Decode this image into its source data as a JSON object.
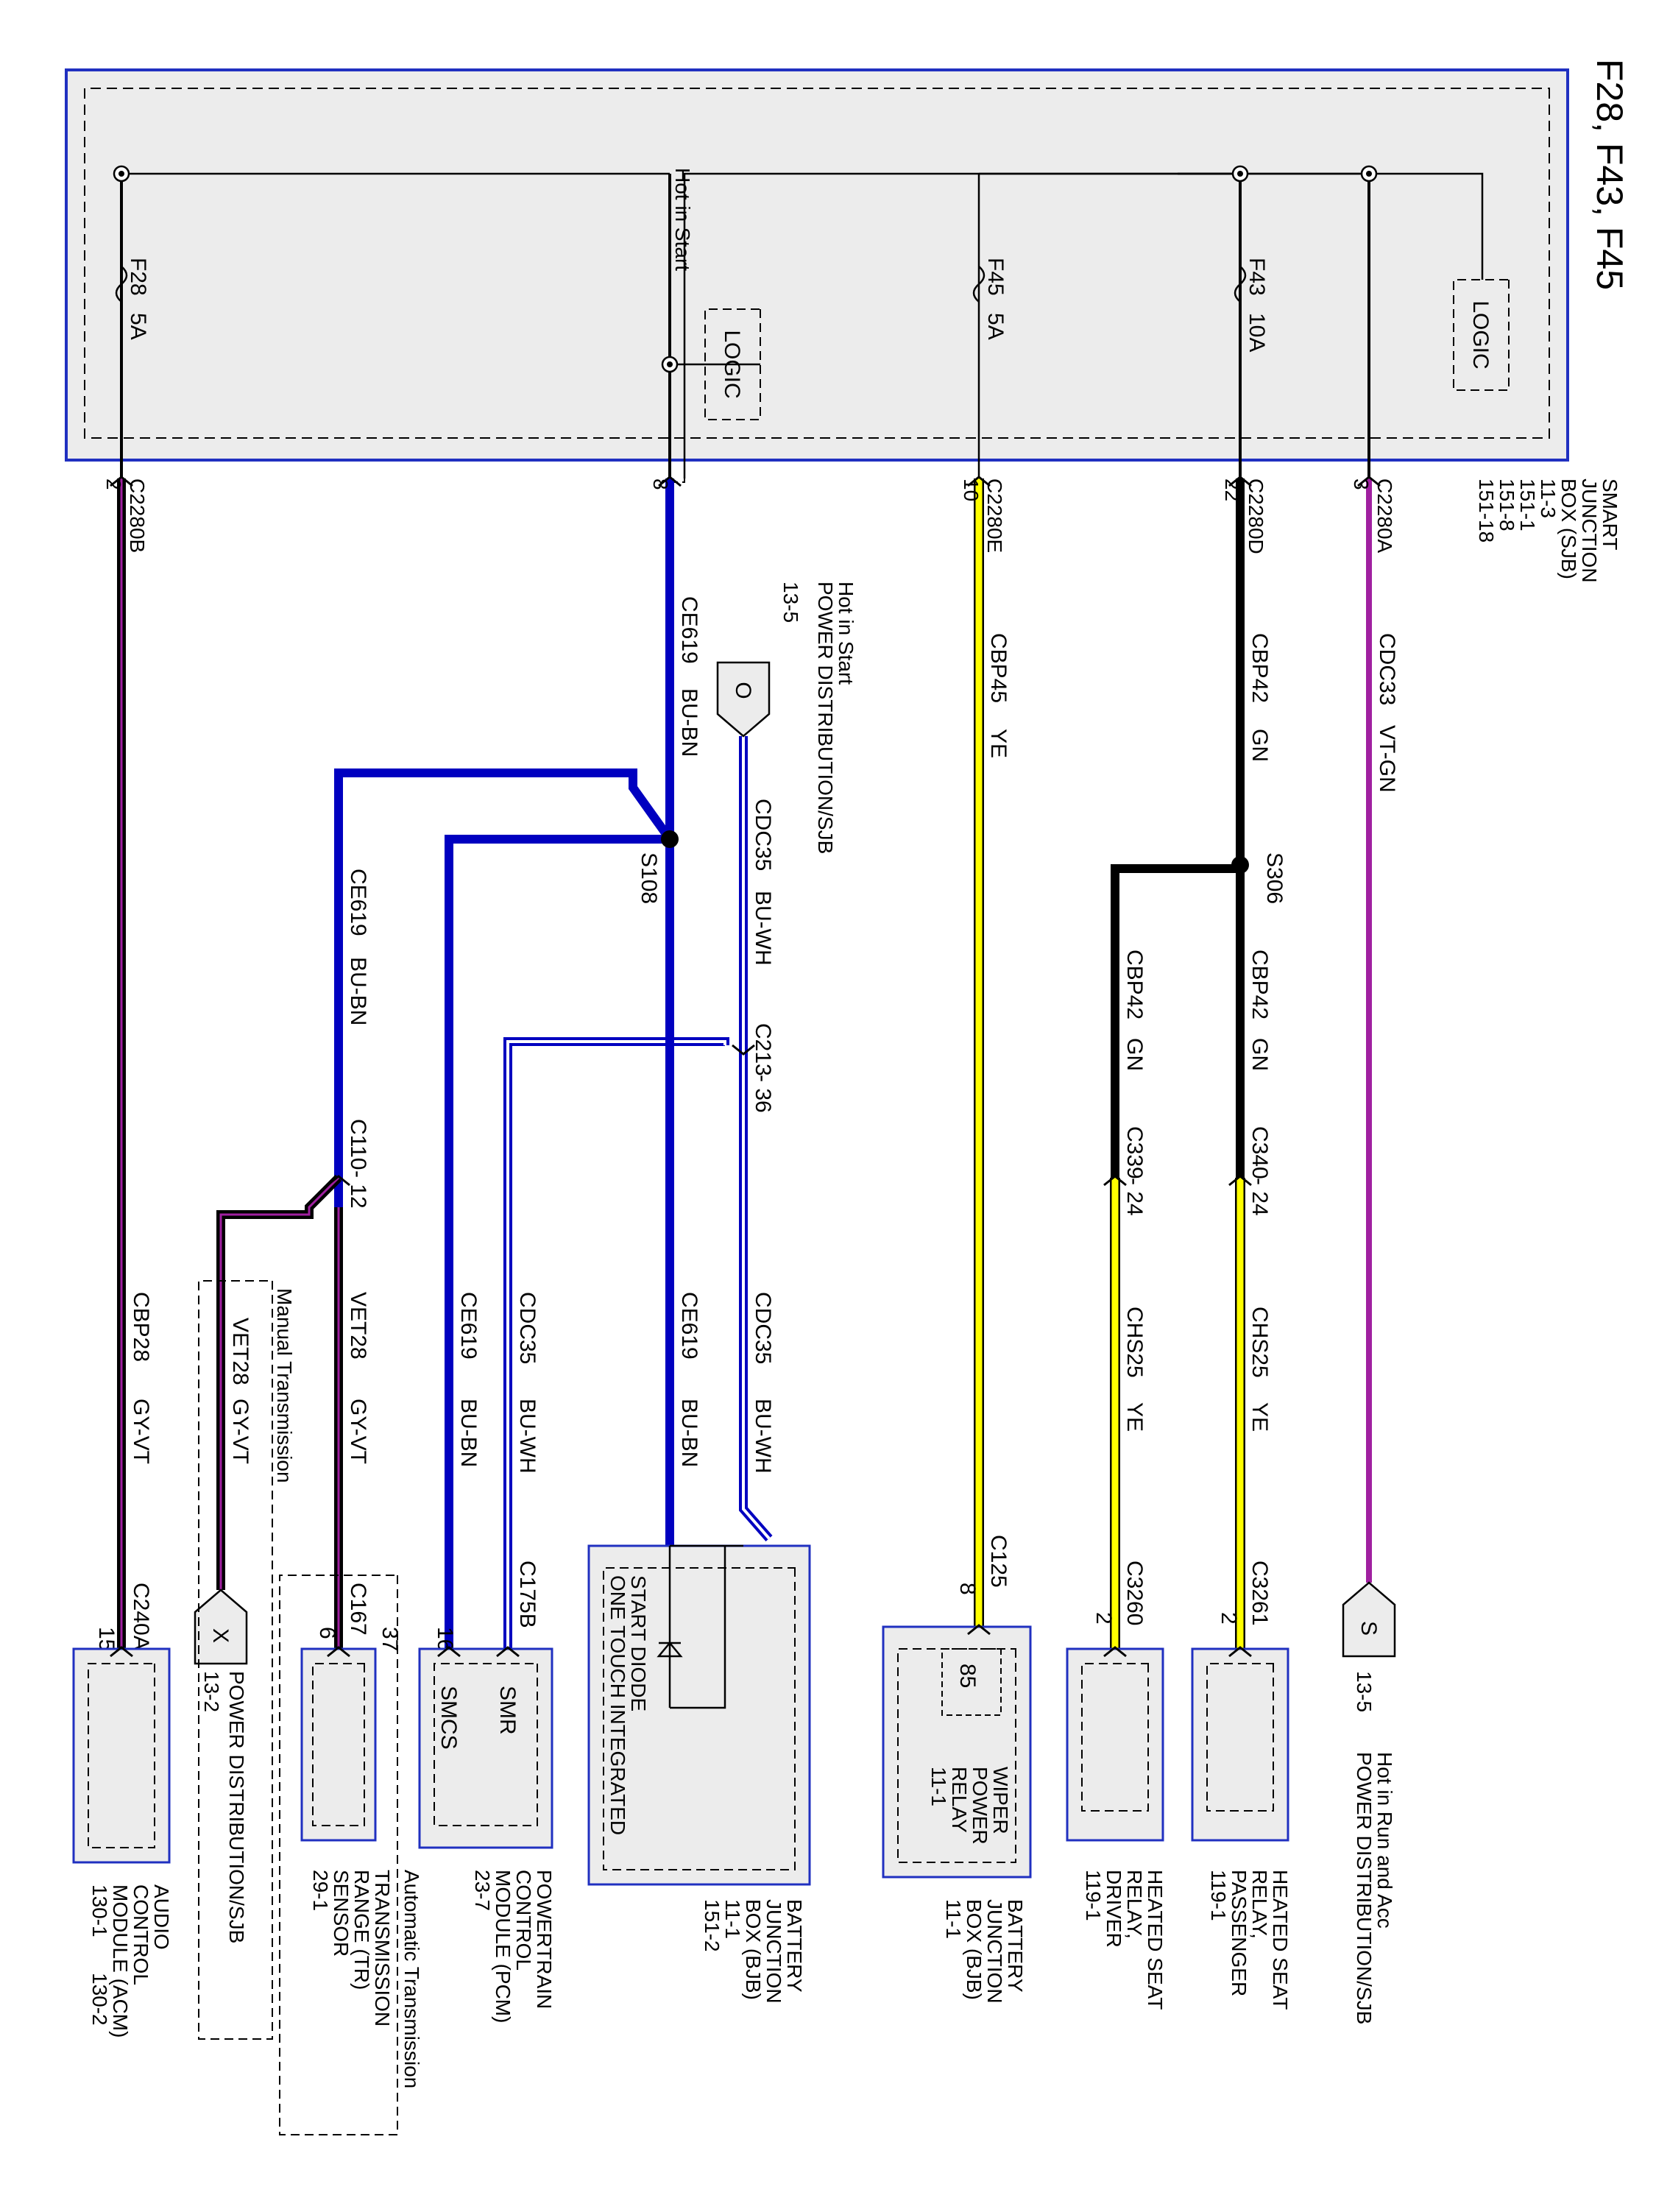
{
  "title": "F28, F43, F45",
  "sjb": {
    "label": [
      "SMART",
      "JUNCTION",
      "BOX (SJB)",
      "11-3",
      "151-1",
      "151-8",
      "151-18"
    ],
    "logic_right": "LOGIC",
    "logic_left": "LOGIC",
    "hot_in_start": "Hot in Start",
    "fuses": {
      "f28": {
        "name": "F28",
        "rating": "5A"
      },
      "f45": {
        "name": "F45",
        "rating": "5A"
      },
      "f43": {
        "name": "F43",
        "rating": "10A"
      }
    }
  },
  "connectors": {
    "c2280a": {
      "name": "C2280A",
      "pin": "3"
    },
    "c2280d": {
      "name": "C2280D",
      "pin": "22"
    },
    "c2280e": {
      "name": "C2280E",
      "pin": "10"
    },
    "c2280b": {
      "name": "C2280B",
      "pin": "2"
    },
    "c2280_center_pin": "8",
    "c213": "C213",
    "c213_pin": "- 36",
    "c340": "C340",
    "c340_pin": "- 24",
    "c339": "C339",
    "c339_pin": "- 24",
    "c110": "C110",
    "c110_pin": "- 12",
    "c3261": {
      "name": "C3261",
      "pin": "2"
    },
    "c3260": {
      "name": "C3260",
      "pin": "2"
    },
    "c125": {
      "name": "C125",
      "pin": "8"
    },
    "c175b": {
      "name": "C175B",
      "pin": "16",
      "pin2": "37"
    },
    "c167": {
      "name": "C167",
      "pin": "6"
    },
    "c240a": {
      "name": "C240A",
      "pin": "15"
    }
  },
  "splices": {
    "s306": "S306",
    "s108": "S108"
  },
  "wires": {
    "cdc33": {
      "circuit": "CDC33",
      "color": "VT-GN"
    },
    "cbp42a": {
      "circuit": "CBP42",
      "color": "GN"
    },
    "cbp42b": {
      "circuit": "CBP42",
      "color": "GN"
    },
    "cbp42c": {
      "circuit": "CBP42",
      "color": "GN"
    },
    "chs25a": {
      "circuit": "CHS25",
      "color": "YE"
    },
    "chs25b": {
      "circuit": "CHS25",
      "color": "YE"
    },
    "cbp45": {
      "circuit": "CBP45",
      "color": "YE"
    },
    "ce619a": {
      "circuit": "CE619",
      "color": "BU-BN"
    },
    "ce619b": {
      "circuit": "CE619",
      "color": "BU-BN"
    },
    "ce619c": {
      "circuit": "CE619",
      "color": "BU-BN"
    },
    "ce619d": {
      "circuit": "CE619",
      "color": "BU-BN"
    },
    "cdc35a": {
      "circuit": "CDC35",
      "color": "BU-WH"
    },
    "cdc35b": {
      "circuit": "CDC35",
      "color": "BU-WH"
    },
    "cdc35c": {
      "circuit": "CDC35",
      "color": "BU-WH"
    },
    "vet28a": {
      "circuit": "VET28",
      "color": "GY-VT"
    },
    "vet28b": {
      "circuit": "VET28",
      "color": "GY-VT"
    },
    "cbp28": {
      "circuit": "CBP28",
      "color": "GY-VT"
    }
  },
  "refs": {
    "s": {
      "letter": "S",
      "page": "13-5",
      "text": [
        "Hot in Run and Acc",
        "POWER DISTRIBUTION/SJB"
      ]
    },
    "o": {
      "letter": "O",
      "page": "13-5",
      "text": [
        "Hot in Start",
        "POWER DISTRIBUTION/SJB"
      ]
    },
    "x": {
      "letter": "X",
      "page": "13-2",
      "text": [
        "POWER DISTRIBUTION/SJB"
      ]
    }
  },
  "components": {
    "hs_pass": [
      "HEATED SEAT",
      "RELAY,",
      "PASSENGER",
      "119-1"
    ],
    "hs_drv": [
      "HEATED SEAT",
      "RELAY,",
      "DRIVER",
      "119-1"
    ],
    "bjb1": [
      "BATTERY",
      "JUNCTION",
      "BOX (BJB)",
      "11-1"
    ],
    "wiper": {
      "pin": "85",
      "lines": [
        "WIPER",
        "POWER",
        "RELAY",
        "11-1"
      ]
    },
    "bjb2": [
      "BATTERY",
      "JUNCTION",
      "BOX (BJB)",
      "11-1",
      "151-2"
    ],
    "diode": [
      "ONE TOUCH INTEGRATED",
      "START DIODE"
    ],
    "pcm": {
      "lines": [
        "POWERTRAIN",
        "CONTROL",
        "MODULE (PCM)",
        "23-7"
      ],
      "smr": "SMR",
      "smcs": "SMCS"
    },
    "tr": [
      "TRANSMISSION",
      "RANGE (TR)",
      "SENSOR",
      "29-1"
    ],
    "acm": [
      "AUDIO",
      "CONTROL",
      "MODULE (ACM)",
      "130-1",
      "130-2"
    ]
  },
  "notes": {
    "manual": "Manual Transmission",
    "automatic": "Automatic Transmission"
  },
  "colors": {
    "violet": "#a020a0",
    "yellow": "#ffff00",
    "blue": "#0000c0",
    "box_border": "#2030c0",
    "box_fill": "#ececec",
    "wire_black": "#000000",
    "wire_white": "#ffffff"
  }
}
